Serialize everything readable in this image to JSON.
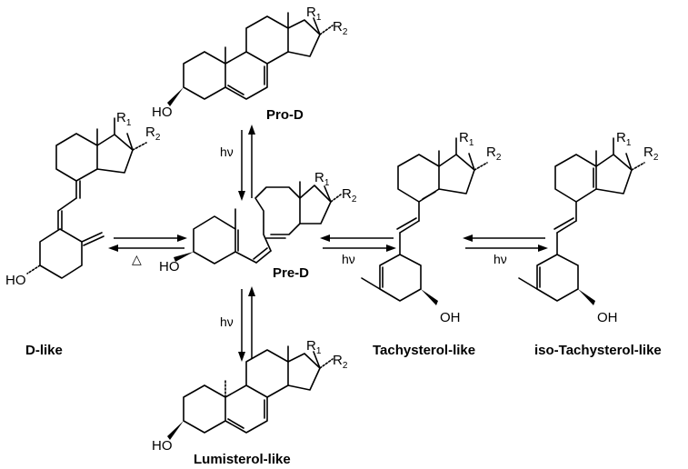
{
  "compounds": {
    "pro_d": "Pro-D",
    "pre_d": "Pre-D",
    "d_like": "D-like",
    "tachysterol_like": "Tachysterol-like",
    "iso_tachysterol_like": "iso-Tachysterol-like",
    "lumisterol_like": "Lumisterol-like"
  },
  "conditions": {
    "light": "hν",
    "heat": "△"
  },
  "atoms": {
    "hydroxyl": "HO",
    "hydroxyl_right": "OH",
    "r": "R",
    "sub1": "1",
    "sub2": "2"
  }
}
